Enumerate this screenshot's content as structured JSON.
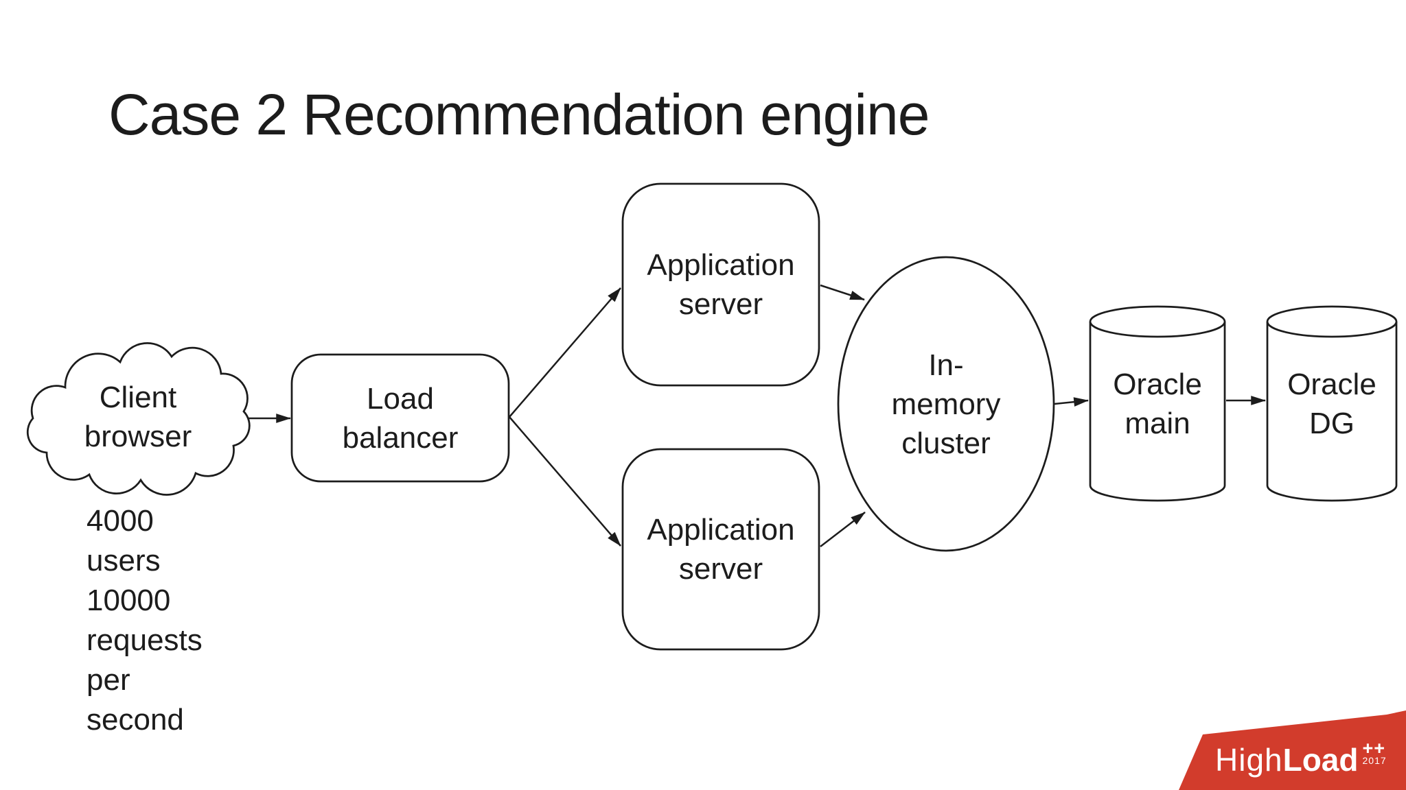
{
  "title": "Case 2 Recommendation engine",
  "colors": {
    "ink": "#1c1c1c",
    "logo_red": "#D23C2C"
  },
  "nodes": {
    "client_browser": {
      "label": "Client\nbrowser"
    },
    "load_balancer": {
      "label": "Load\nbalancer"
    },
    "app_server_top": {
      "label": "Application\nserver"
    },
    "app_server_bottom": {
      "label": "Application\nserver"
    },
    "in_memory_cluster": {
      "label": "In-\nmemory\ncluster"
    },
    "oracle_main": {
      "label": "Oracle\nmain"
    },
    "oracle_dg": {
      "label": "Oracle\nDG"
    }
  },
  "annotation": {
    "load_stats": "4000\nusers\n10000\nrequests\nper\nsecond"
  },
  "logo": {
    "brand_light": "High",
    "brand_bold": "Load",
    "suffix": "++",
    "year": "2017"
  }
}
